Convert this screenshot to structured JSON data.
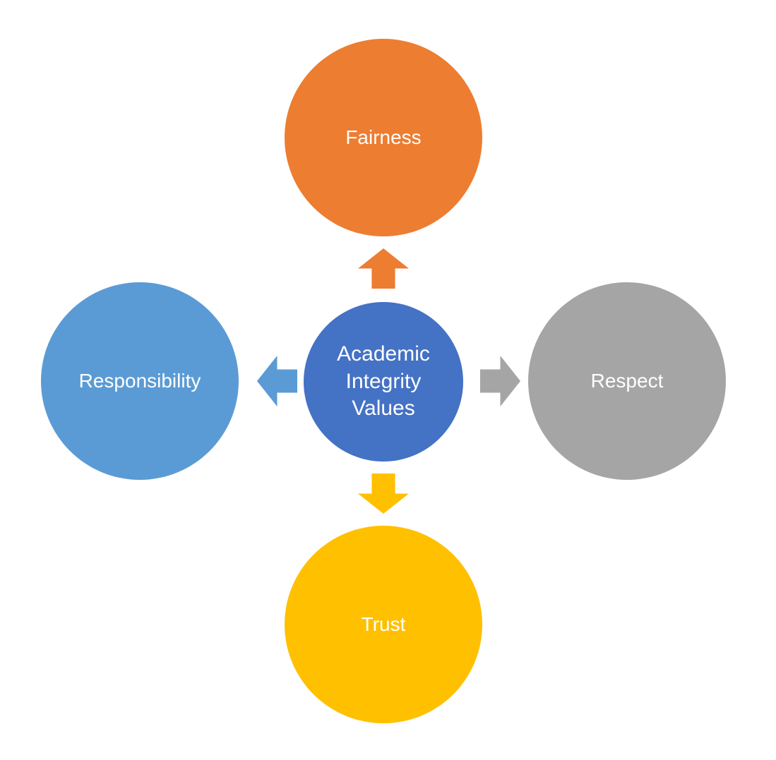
{
  "diagram": {
    "type": "radial-hub-spoke",
    "background": "#FFFFFF",
    "text_color": "#FFFFFF",
    "center": {
      "label": "Academic Integrity Values",
      "lines": [
        "Academic",
        "Integrity",
        "Values"
      ],
      "color": "#4472C4"
    },
    "nodes": [
      {
        "id": "fairness",
        "label": "Fairness",
        "position": "top",
        "color": "#ED7D31"
      },
      {
        "id": "respect",
        "label": "Respect",
        "position": "right",
        "color": "#A5A5A5"
      },
      {
        "id": "trust",
        "label": "Trust",
        "position": "bottom",
        "color": "#FFC000"
      },
      {
        "id": "responsibility",
        "label": "Responsibility",
        "position": "left",
        "color": "#5B9BD5"
      }
    ],
    "arrows": [
      {
        "direction": "up",
        "target": "fairness",
        "color": "#ED7D31"
      },
      {
        "direction": "right",
        "target": "respect",
        "color": "#A5A5A5"
      },
      {
        "direction": "down",
        "target": "trust",
        "color": "#FFC000"
      },
      {
        "direction": "left",
        "target": "responsibility",
        "color": "#5B9BD5"
      }
    ]
  }
}
